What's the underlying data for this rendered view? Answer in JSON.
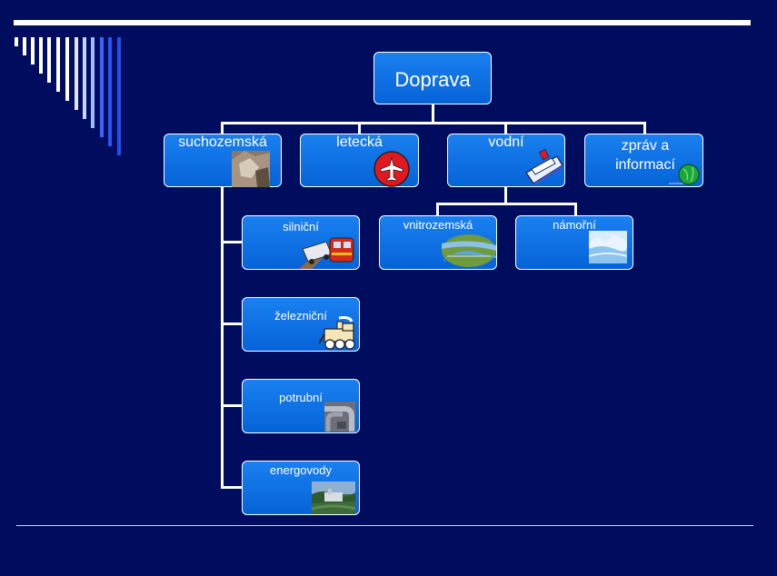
{
  "root": {
    "label": "Doprava"
  },
  "level1": [
    {
      "id": "suchozemska",
      "label": "suchozemská",
      "icon": "rock-photo-icon"
    },
    {
      "id": "letecka",
      "label": "letecká",
      "icon": "airplane-icon"
    },
    {
      "id": "vodni",
      "label": "vodní",
      "icon": "ship-icon"
    },
    {
      "id": "zprav",
      "label": "zpráv a informací",
      "icon": "globe-icon"
    }
  ],
  "suchozemska_children": [
    {
      "id": "silnicni",
      "label": "silniční",
      "icon": "truck-train-icon"
    },
    {
      "id": "zeleznicni",
      "label": "železniční",
      "icon": "locomotive-icon"
    },
    {
      "id": "potrubni",
      "label": "potrubní",
      "icon": "pipeline-photo-icon"
    },
    {
      "id": "energovody",
      "label": "energovody",
      "icon": "powerline-photo-icon"
    }
  ],
  "vodni_children": [
    {
      "id": "vnitrozemska",
      "label": "vnitrozemská",
      "icon": "river-photo-icon"
    },
    {
      "id": "namorni",
      "label": "námořní",
      "icon": "sea-photo-icon"
    }
  ],
  "colors": {
    "background": "#000d5e",
    "node": "#0a6fe6",
    "border": "#ffffff"
  }
}
